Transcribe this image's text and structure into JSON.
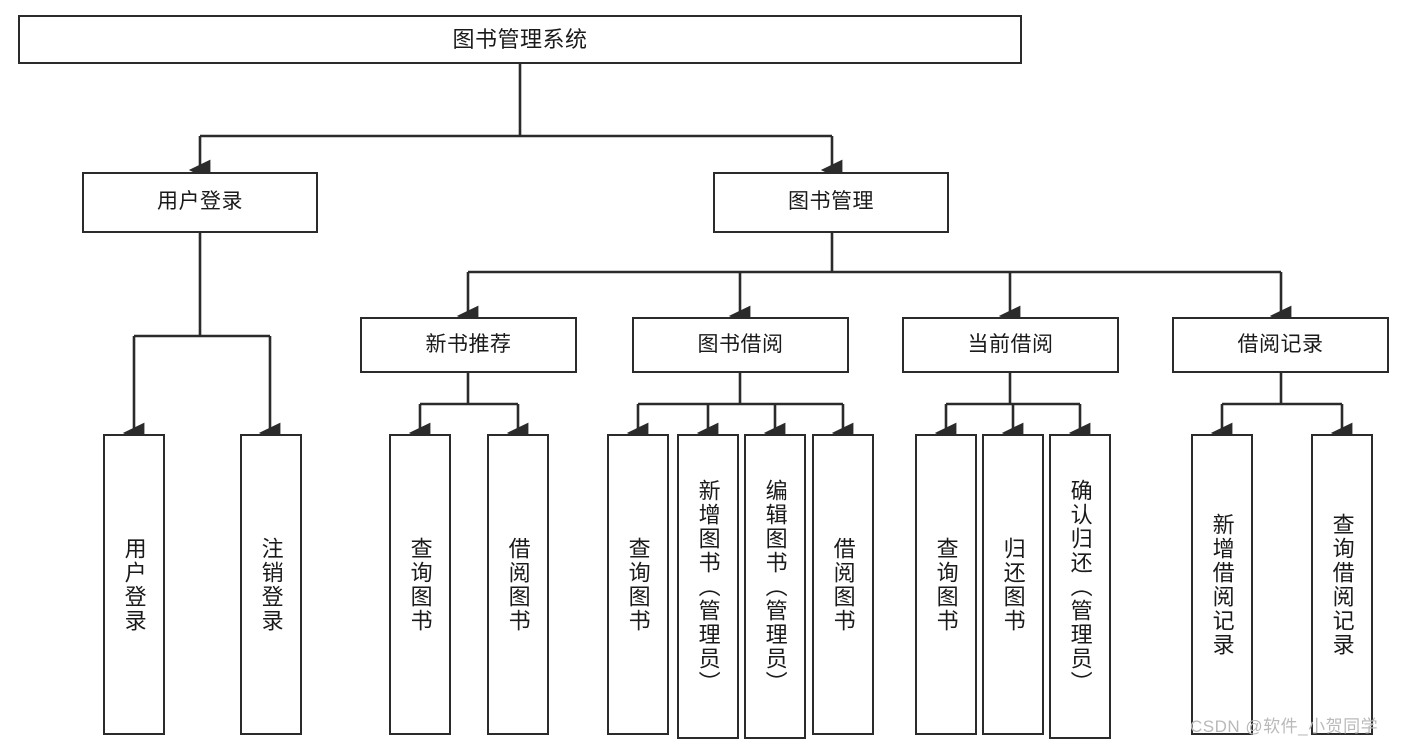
{
  "diagram": {
    "type": "tree",
    "title": "图书管理系统",
    "watermark": "CSDN @软件_小贺同学",
    "colors": {
      "node_border": "#2b2b2b",
      "node_fill": "#ffffff",
      "edge": "#2b2b2b",
      "text": "#1a1a1a",
      "watermark": "#b9b9b9",
      "background": "#ffffff"
    },
    "nodes": {
      "root": {
        "label": "图书管理系统"
      },
      "level1": [
        {
          "id": "user-login",
          "label": "用户登录"
        },
        {
          "id": "book-management",
          "label": "图书管理"
        }
      ],
      "level2": [
        {
          "id": "new-book-recommend",
          "label": "新书推荐"
        },
        {
          "id": "book-borrow",
          "label": "图书借阅"
        },
        {
          "id": "current-borrow",
          "label": "当前借阅"
        },
        {
          "id": "borrow-record",
          "label": "借阅记录"
        }
      ],
      "leaves": {
        "user-login": [
          {
            "id": "leaf-user-login",
            "label": "用户登录"
          },
          {
            "id": "leaf-logout",
            "label": "注销登录"
          }
        ],
        "new-book-recommend": [
          {
            "id": "leaf-query-book-1",
            "label": "查询图书"
          },
          {
            "id": "leaf-borrow-book-1",
            "label": "借阅图书"
          }
        ],
        "book-borrow": [
          {
            "id": "leaf-query-book-2",
            "label": "查询图书"
          },
          {
            "id": "leaf-add-book",
            "label": "新增图书（管理员）"
          },
          {
            "id": "leaf-edit-book",
            "label": "编辑图书（管理员）"
          },
          {
            "id": "leaf-borrow-book-2",
            "label": "借阅图书"
          }
        ],
        "current-borrow": [
          {
            "id": "leaf-query-book-3",
            "label": "查询图书"
          },
          {
            "id": "leaf-return-book",
            "label": "归还图书"
          },
          {
            "id": "leaf-confirm-return",
            "label": "确认归还（管理员）"
          }
        ],
        "borrow-record": [
          {
            "id": "leaf-add-record",
            "label": "新增借阅记录"
          },
          {
            "id": "leaf-query-record",
            "label": "查询借阅记录"
          }
        ]
      }
    }
  }
}
